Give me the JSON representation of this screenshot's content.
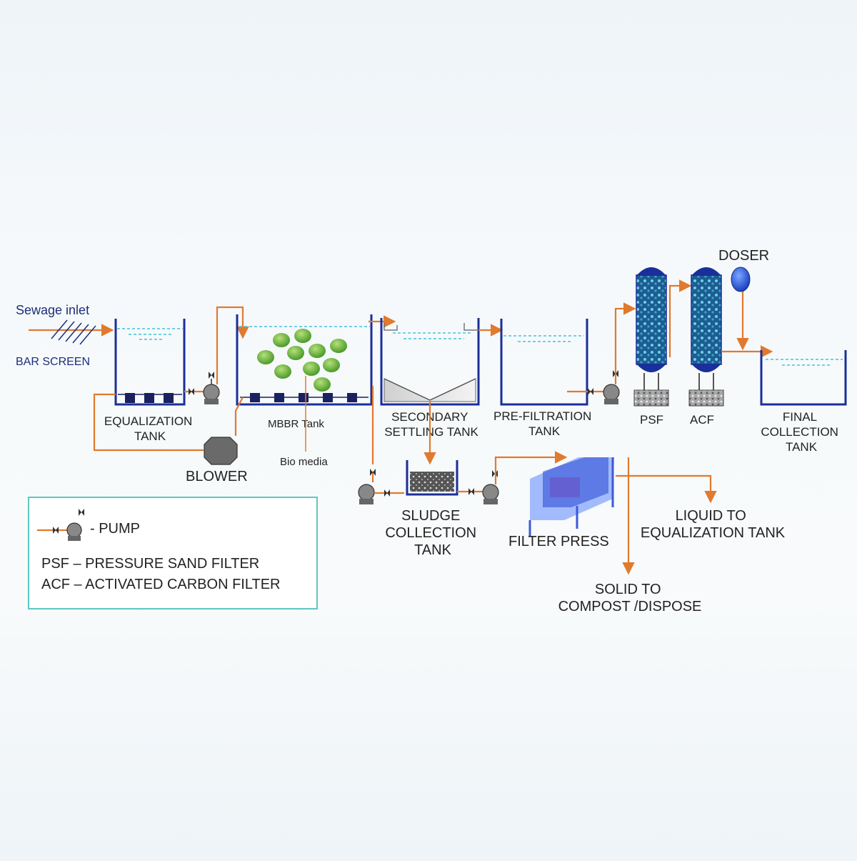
{
  "labels": {
    "sewage_inlet": "Sewage inlet",
    "bar_screen": "BAR SCREEN",
    "equalization_tank": [
      "EQUALIZATION",
      "TANK"
    ],
    "mbbr_tank": "MBBR Tank",
    "bio_media": "Bio media",
    "blower": "BLOWER",
    "secondary_settling_tank": [
      "SECONDARY",
      "SETTLING TANK"
    ],
    "pre_filtration_tank": [
      "PRE-FILTRATION",
      "TANK"
    ],
    "psf": "PSF",
    "acf": "ACF",
    "doser": "DOSER",
    "final_collection_tank": [
      "FINAL",
      "COLLECTION",
      "TANK"
    ],
    "sludge_collection_tank": [
      "SLUDGE",
      "COLLECTION",
      "TANK"
    ],
    "filter_press": "FILTER PRESS",
    "liquid_to_equalization": [
      "LIQUID TO",
      "EQUALIZATION TANK"
    ],
    "solid_to_compost": [
      "SOLID TO",
      "COMPOST /DISPOSE"
    ]
  },
  "legend": {
    "pump": "- PUMP",
    "psf": "PSF – PRESSURE SAND FILTER",
    "acf": "ACF – ACTIVATED CARBON FILTER"
  },
  "colors": {
    "pipe": "#e07a2e",
    "tank": "#1a2f9a",
    "water": "#3fc3e0",
    "legend_border": "#5fc7c4"
  }
}
